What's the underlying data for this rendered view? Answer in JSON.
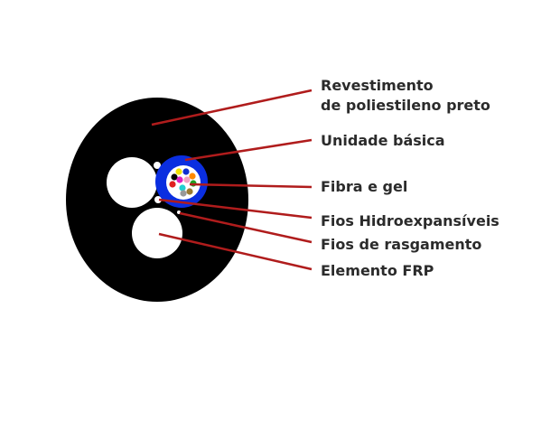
{
  "labels": {
    "coating_line1": "Revestimento",
    "coating_line2": "de poliestileno preto",
    "basic_unit": "Unidade básica",
    "fiber_gel": "Fibra e gel",
    "water_swell": "Fios Hidroexpansíveis",
    "ripcord": "Fios de rasgamento",
    "frp": "Elemento FRP"
  },
  "colors": {
    "leader": "#b01c1c",
    "sheath": "#000000",
    "unit": "#0a2ee0",
    "fibers": [
      "#f2e200",
      "#1030d0",
      "#ff8a00",
      "#000000",
      "#e020c0",
      "#f0a0c0",
      "#20a020",
      "#e02020",
      "#20d0d0",
      "#ffffff",
      "#999999",
      "#9a7a30"
    ]
  }
}
